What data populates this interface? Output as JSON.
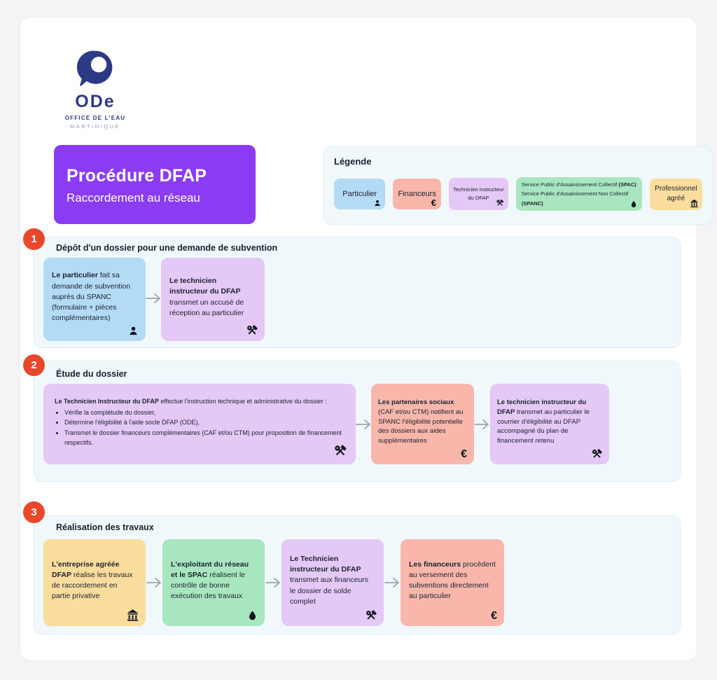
{
  "logo": {
    "wordmark": "ODe",
    "line1": "Office de l'eau",
    "line2": "Martinique"
  },
  "title_card": {
    "title": "Procédure DFAP",
    "subtitle": "Raccordement au réseau"
  },
  "legend": {
    "title": "Légende",
    "items": [
      {
        "label": "Particulier",
        "icon": "person",
        "color": "blue"
      },
      {
        "label": "Financeurs",
        "icon": "euro",
        "color": "salmon"
      },
      {
        "label": "Technicien instructeur du DFAP",
        "icon": "tools",
        "color": "purple"
      },
      {
        "icon": "droplet",
        "color": "green",
        "lines": [
          {
            "text": "Service Public d'Assainissement Collectif ",
            "bold": "(SPAC)"
          },
          {
            "text": "Service Public d'Assainissement Non Collectif ",
            "bold": "(SPANC)"
          }
        ]
      },
      {
        "label": "Professionnel agréé",
        "icon": "building",
        "color": "yellow"
      }
    ]
  },
  "steps": [
    {
      "number": "1",
      "title": "Dépôt d'un dossier pour une demande de subvention",
      "boxes": [
        {
          "color": "blue",
          "icon": "person",
          "bold": "Le particulier",
          "text": " fait sa demande de subvention auprès du SPANC (formulaire + pièces complémentaires)"
        },
        {
          "color": "purple",
          "icon": "tools",
          "bold": "Le technicien instructeur du DFAP",
          "text": " transmet un accusé de réception au particulier"
        }
      ]
    },
    {
      "number": "2",
      "title": "Étude du dossier",
      "boxes": [
        {
          "color": "purple",
          "icon": "tools",
          "bold": "Le Technicien Instructeur du DFAP",
          "text": " effectue l'instruction technique et administrative du dossier :",
          "bullets": [
            "Vérifie la complétude du dossier,",
            "Détermine l'éligibilité à l'aide socle DFAP (ODE),",
            "Transmet le dossier financeurs complémentaires (CAF et/ou CTM) pour proposition de financement respectifs."
          ]
        },
        {
          "color": "salmon",
          "icon": "euro",
          "bold": "Les partenaires sociaux",
          "text": " (CAF et/ou CTM) notifient au SPANC l'éligibilité potentielle des dossiers aux aides supplémentaires"
        },
        {
          "color": "purple",
          "icon": "tools",
          "bold": "Le technicien instructeur du DFAP",
          "text": " transmet au particulier le courrier d'éligibilité au DFAP accompagné du plan de financement retenu"
        }
      ]
    },
    {
      "number": "3",
      "title": "Réalisation des travaux",
      "boxes": [
        {
          "color": "yellow",
          "icon": "building",
          "bold": "L'entreprise agréée DFAP",
          "text": " réalise les travaux de raccordement en partie privative"
        },
        {
          "color": "green",
          "icon": "droplet",
          "bold": "L'exploitant du réseau et le SPAC",
          "text": " réalisent le contrôle de bonne exécution des travaux"
        },
        {
          "color": "purple",
          "icon": "tools",
          "bold": "Le Technicien instructeur du DFAP",
          "text": " transmet aux financeurs le dossier de solde complet"
        },
        {
          "color": "salmon",
          "icon": "euro",
          "bold": "Les financeurs",
          "text": " procèdent au versement des subventions directement au particulier"
        }
      ]
    }
  ],
  "colors": {
    "accent_purple": "#8b3cf2",
    "badge_red": "#e9472c",
    "box_blue": "#b4dbf6",
    "box_salmon": "#f9b7ab",
    "box_purple": "#e4c8f6",
    "box_green": "#a8e6bf",
    "box_yellow": "#fadc9d",
    "panel_background": "#f1f8fc",
    "logo_navy": "#2c3a85"
  }
}
